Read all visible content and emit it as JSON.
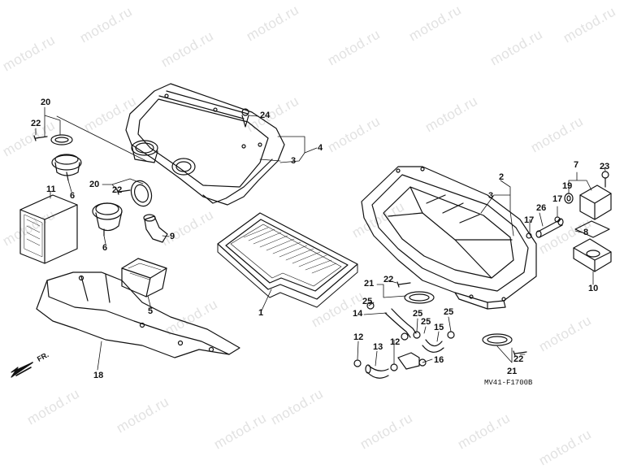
{
  "watermark": {
    "text": "motod.ru"
  },
  "drawing_code": "MV41-F1700B",
  "front_label": "FR.",
  "callouts": {
    "c1": "1",
    "c2": "2",
    "c3a": "3",
    "c3b": "3",
    "c4": "4",
    "c5": "5",
    "c6a": "6",
    "c6b": "6",
    "c7": "7",
    "c8": "8",
    "c9": "9",
    "c10": "10",
    "c11": "11",
    "c12a": "12",
    "c12b": "12",
    "c13": "13",
    "c14": "14",
    "c15": "15",
    "c16": "16",
    "c17a": "17",
    "c17b": "17",
    "c18": "18",
    "c19": "19",
    "c20a": "20",
    "c20b": "20",
    "c21a": "21",
    "c21b": "21",
    "c22a": "22",
    "c22b": "22",
    "c22c": "22",
    "c22d": "22",
    "c23": "23",
    "c24": "24",
    "c25a": "25",
    "c25b": "25",
    "c25c": "25",
    "c25d": "25",
    "c26": "26"
  }
}
